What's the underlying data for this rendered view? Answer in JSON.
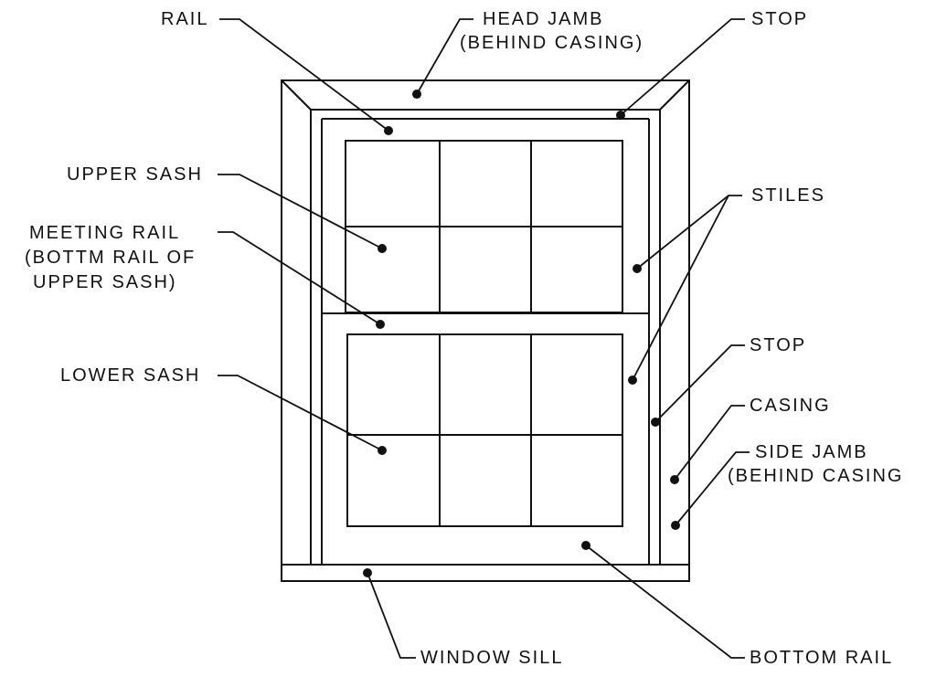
{
  "colors": {
    "stroke": "#111111",
    "background": "#ffffff"
  },
  "labels": {
    "rail": "RAIL",
    "head_jamb": [
      "HEAD JAMB",
      "(BEHIND CASING)"
    ],
    "stop_top": "STOP",
    "upper_sash": "UPPER SASH",
    "meeting_rail": [
      "MEETING RAIL",
      "(BOTTM RAIL OF",
      "UPPER SASH)"
    ],
    "lower_sash": "LOWER SASH",
    "stiles": "STILES",
    "stop_right": "STOP",
    "casing": "CASING",
    "side_jamb": [
      "SIDE JAMB",
      "(BEHIND CASING"
    ],
    "window_sill": "WINDOW SILL",
    "bottom_rail": "BOTTOM RAIL"
  }
}
